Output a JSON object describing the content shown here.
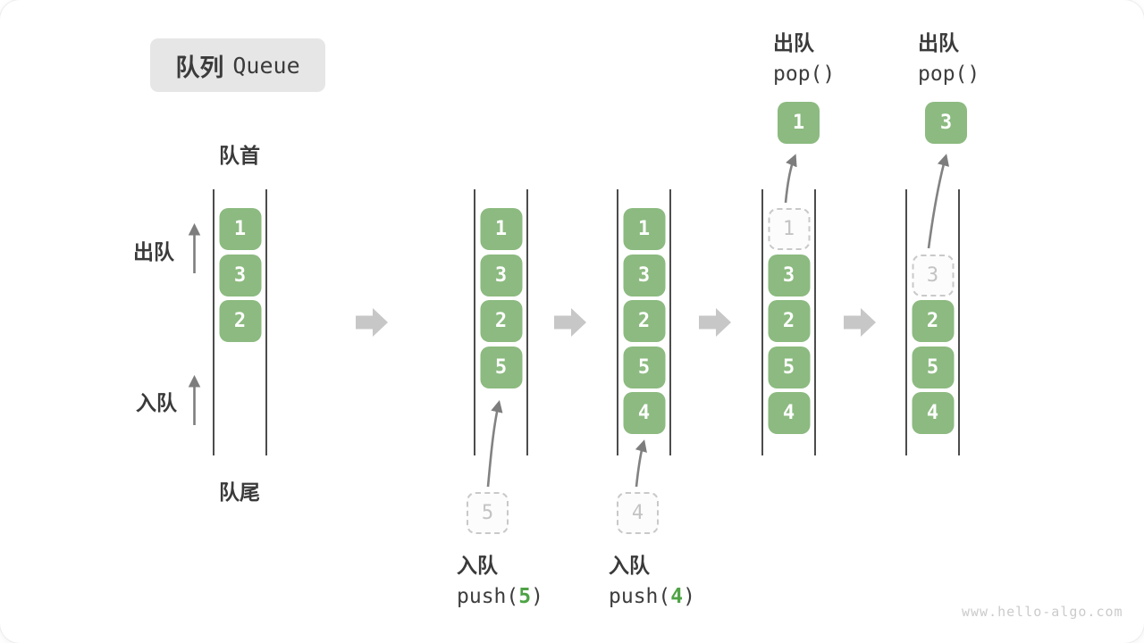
{
  "title": {
    "zh": "队列",
    "en": "Queue"
  },
  "labels": {
    "front": "队首",
    "rear": "队尾",
    "dequeue_side": "出队",
    "enqueue_side": "入队"
  },
  "pop_ops": [
    {
      "label": "出队",
      "code": "pop()",
      "popped_value": "1"
    },
    {
      "label": "出队",
      "code": "pop()",
      "popped_value": "3"
    }
  ],
  "push_ops": [
    {
      "label": "入队",
      "code_fn": "push(",
      "code_arg": "5",
      "code_close": ")",
      "pushed_value": "5"
    },
    {
      "label": "入队",
      "code_fn": "push(",
      "code_arg": "4",
      "code_close": ")",
      "pushed_value": "4"
    }
  ],
  "queue_states": [
    {
      "cells": [
        {
          "slot": 0,
          "value": "1"
        },
        {
          "slot": 1,
          "value": "3"
        },
        {
          "slot": 2,
          "value": "2"
        }
      ]
    },
    {
      "cells": [
        {
          "slot": 0,
          "value": "1"
        },
        {
          "slot": 1,
          "value": "3"
        },
        {
          "slot": 2,
          "value": "2"
        },
        {
          "slot": 3,
          "value": "5"
        }
      ]
    },
    {
      "cells": [
        {
          "slot": 0,
          "value": "1"
        },
        {
          "slot": 1,
          "value": "3"
        },
        {
          "slot": 2,
          "value": "2"
        },
        {
          "slot": 3,
          "value": "5"
        },
        {
          "slot": 4,
          "value": "4"
        }
      ]
    },
    {
      "cells": [
        {
          "slot": 0,
          "value": "1",
          "ghost": true
        },
        {
          "slot": 1,
          "value": "3"
        },
        {
          "slot": 2,
          "value": "2"
        },
        {
          "slot": 3,
          "value": "5"
        },
        {
          "slot": 4,
          "value": "4"
        }
      ]
    },
    {
      "cells": [
        {
          "slot": 1,
          "value": "3",
          "ghost": true
        },
        {
          "slot": 2,
          "value": "2"
        },
        {
          "slot": 3,
          "value": "5"
        },
        {
          "slot": 4,
          "value": "4"
        }
      ]
    }
  ],
  "watermark": "www.hello-algo.com",
  "colors": {
    "cell_green": "#8cba80",
    "code_arg_green": "#4ea345",
    "text_dark": "#3a3a3a",
    "ghost_border_gray": "#c9c9c9",
    "ghost_text_gray": "#c3c3c3",
    "flow_arrow_gray": "#c7c7c7",
    "thin_arrow_gray": "#828282",
    "column_line_gray": "#4c4c4c",
    "title_bg": "#e6e6e6",
    "watermark_gray": "#cbcbcb"
  }
}
